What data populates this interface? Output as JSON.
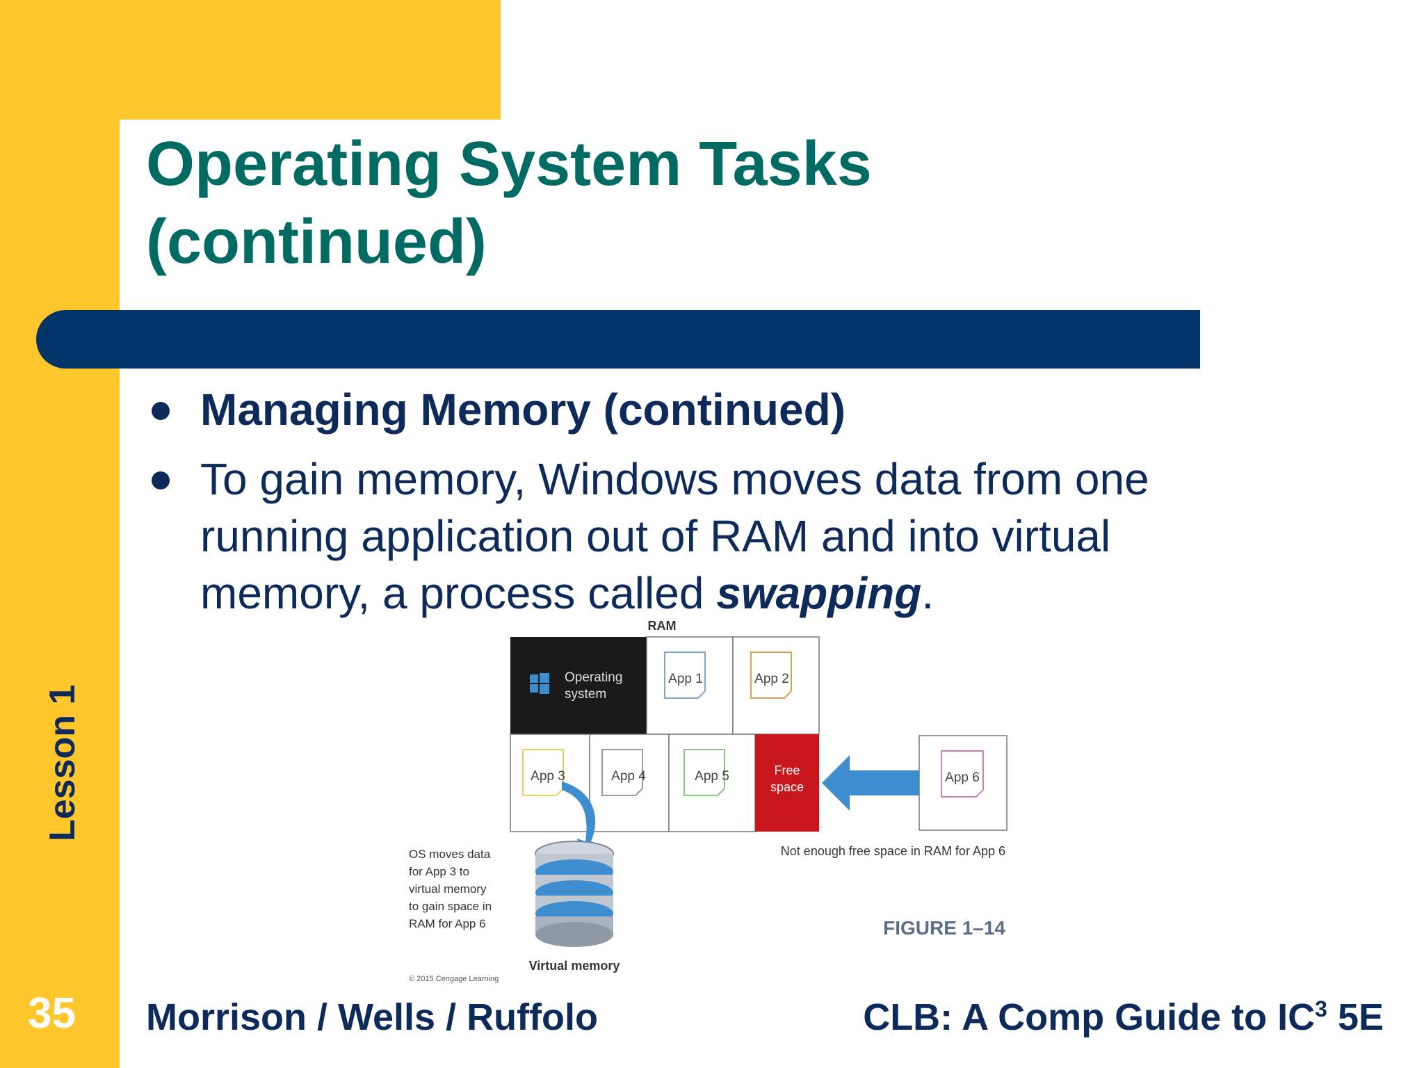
{
  "slide": {
    "title_line1": "Operating System Tasks",
    "title_line2": "(continued)",
    "bullets": [
      {
        "text": "Managing Memory (continued)"
      },
      {
        "text_before": "To gain memory, Windows moves data from one running application out of RAM and into virtual memory, a process called ",
        "emphasis": "swapping",
        "text_after": "."
      }
    ],
    "lesson_label": "Lesson 1",
    "page_number": "35",
    "footer_left": "Morrison / Wells / Ruffolo",
    "footer_right_main": "CLB: A Comp Guide to IC",
    "footer_right_sup": "3",
    "footer_right_end": " 5E"
  },
  "figure": {
    "ram_label": "RAM",
    "os_line1": "Operating",
    "os_line2": "system",
    "app1": "App 1",
    "app2": "App 2",
    "app3": "App 3",
    "app4": "App 4",
    "app5": "App 5",
    "app6": "App 6",
    "free_line1": "Free",
    "free_line2": "space",
    "not_enough": "Not enough free space in RAM for App 6",
    "os_moves_lines": [
      "OS moves data",
      "for App 3 to",
      "virtual memory",
      "to gain space in",
      "RAM for App 6"
    ],
    "virtual_memory": "Virtual memory",
    "copyright": "© 2015 Cengage Learning",
    "figure_label": "FIGURE 1–14"
  },
  "colors": {
    "yellow": "#FFC72C",
    "teal_title": "#006B63",
    "navy": "#003366",
    "text_navy": "#0D2A5A",
    "free_space_red": "#C8161D",
    "arrow_blue": "#3E8DCF"
  }
}
